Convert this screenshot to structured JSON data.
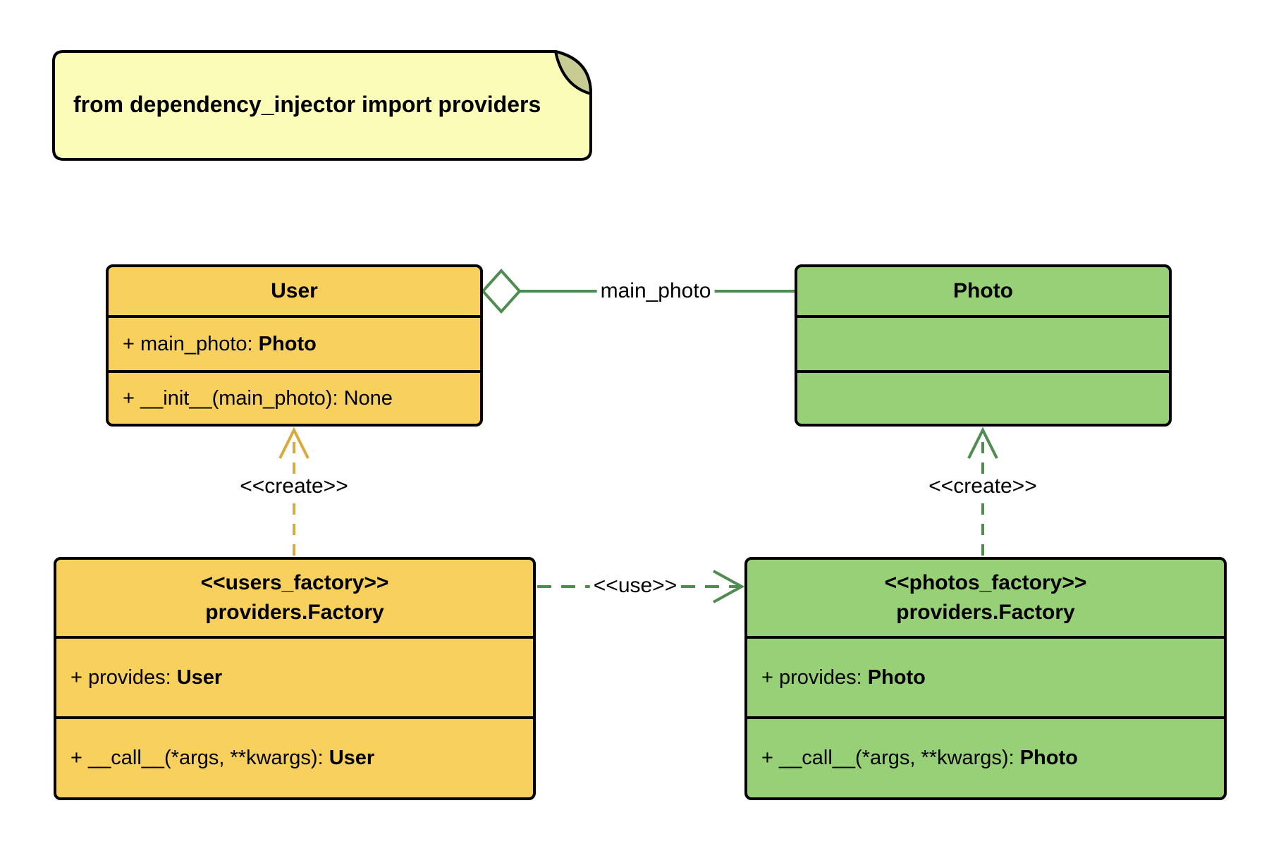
{
  "note": {
    "text": "from dependency_injector import providers"
  },
  "classes": {
    "user": {
      "title": "User",
      "attribute": {
        "plain": "+ main_photo: ",
        "bold": "Photo"
      },
      "method": {
        "plain": "+ __init__(main_photo): None",
        "bold": ""
      }
    },
    "photo": {
      "title": "Photo",
      "attribute": {
        "plain": "",
        "bold": ""
      },
      "method": {
        "plain": "",
        "bold": ""
      }
    },
    "users_factory": {
      "stereotype": "<<users_factory>>",
      "title": "providers.Factory",
      "attribute": {
        "plain": "+ provides: ",
        "bold": "User"
      },
      "method": {
        "plain": "+ __call__(*args, **kwargs): ",
        "bold": "User"
      }
    },
    "photos_factory": {
      "stereotype": "<<photos_factory>>",
      "title": "providers.Factory",
      "attribute": {
        "plain": "+ provides: ",
        "bold": "Photo"
      },
      "method": {
        "plain": "+ __call__(*args, **kwargs): ",
        "bold": "Photo"
      }
    }
  },
  "edges": {
    "aggregation": {
      "label": "main_photo"
    },
    "create_user": {
      "label": "<<create>>"
    },
    "create_photo": {
      "label": "<<create>>"
    },
    "use": {
      "label": "<<use>>"
    }
  },
  "colors": {
    "yellow_fill": "#F8D05E",
    "green_fill": "#97D077",
    "note_fill": "#FBFCB8",
    "note_fold": "#C9CC92",
    "gold_line": "#D9A93C",
    "green_line": "#4E8C50",
    "border": "#000000"
  }
}
